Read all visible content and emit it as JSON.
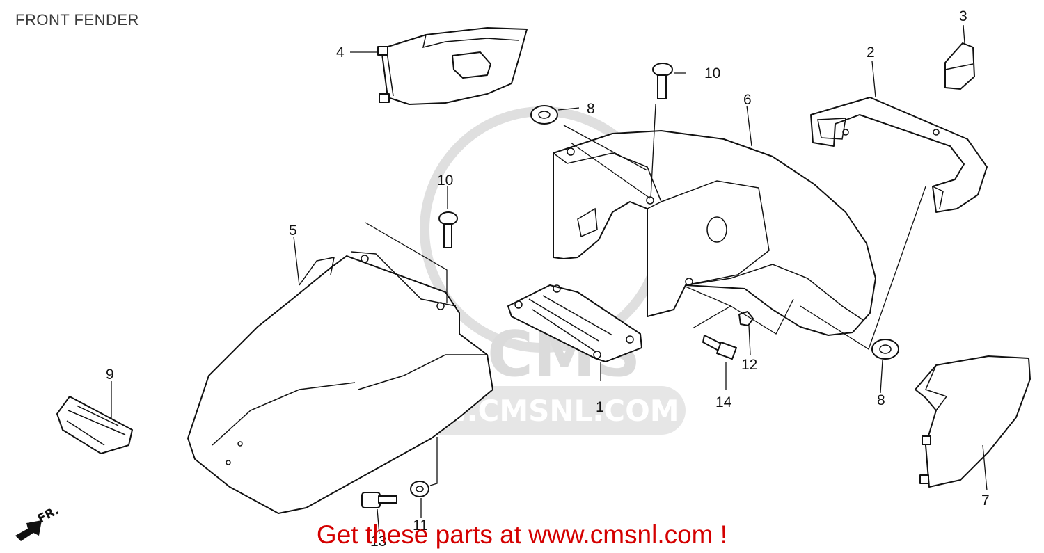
{
  "title": "FRONT FENDER",
  "promo": "Get these parts at www.cmsnl.com !",
  "watermark": {
    "logo_text": "CMS",
    "url_text": "WWW.CMSNL.COM"
  },
  "direction_label": "FR.",
  "callouts": {
    "p1": "1",
    "p2": "2",
    "p3": "3",
    "p4": "4",
    "p5": "5",
    "p6": "6",
    "p7": "7",
    "p8a": "8",
    "p8b": "8",
    "p9": "9",
    "p10a": "10",
    "p10b": "10",
    "p11": "11",
    "p12": "12",
    "p13": "13",
    "p14": "14"
  },
  "colors": {
    "promo": "#d40000",
    "title": "#3a3a3a",
    "watermark": "#d8d8d8"
  }
}
